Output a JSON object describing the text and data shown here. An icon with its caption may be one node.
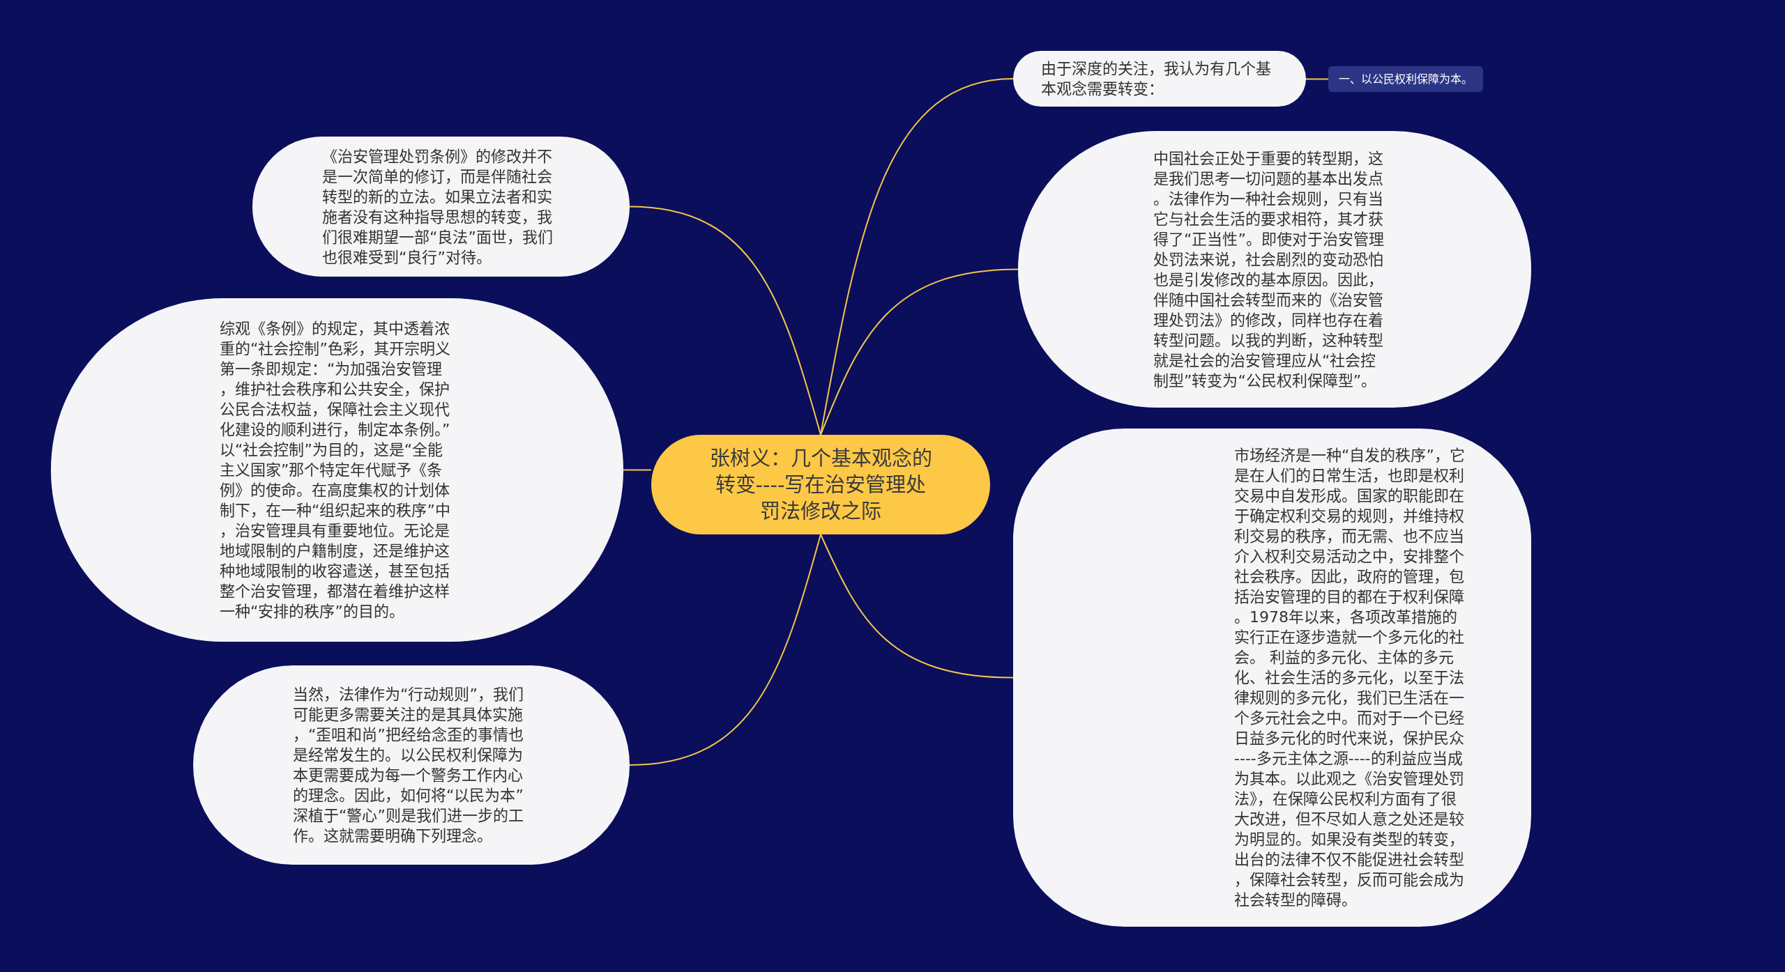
{
  "diagram": {
    "nodes": [
      {
        "text": [
          "张树义：几个基本观念的转变----写在治安管理处罚法修改之际"
        ]
      },
      {
        "text": [
          "由于深度的关注，我认为有几个基本观念需要转变："
        ]
      },
      {
        "text": [
          "一、以公民权利保障为本。"
        ]
      },
      {
        "text": [
          "中国社会正处于重要的转型期，这是我们思考一切问题的基本出发点。法律作为一种社会规则，只有当它与社会生活的要求相符，其才获得了“正当性”。即使对于治安管理处罚法来说，社会剧烈的变动恐怕也是引发修改的基本原因。因此，伴随中国社会转型而来的《治安管理处罚法》的修改，同样也存在着转型问题。以我的判断，这种转型就是社会的治安管理应从“社会控制型”转变为“公民权利保障型”。"
        ]
      },
      {
        "text": [
          "市场经济是一种“自发的秩序”，它是在人们的日常生活，也即是权利交易中自发形成。国家的职能即在于确定权利交易的规则，并维持权利交易的秩序，而无需、也不应当介入权利交易活动之中，安排整个社会秩序。因此，政府的管理，包括治安管理的目的都在于权利保障。1978年以来，各项改革措施的实行正在逐步造就一个多元化的社会。 利益的多元化、主体的多元化、社会生活的多元化，以至于法律规则的多元化，我们已生活在一个多元社会之中。而对于一个已经日益多元化的时代来说，保护民众----多元主体之源----的利益应当成为其本。以此观之《治安管理处罚法》，在保障公民权利方面有了很大改进，但不尽如人意之处还是较为明显的。如果没有类型的转变，出台的法律不仅不能促进社会转型，保障社会转型，反而可能会成为社会转型的障碍。"
        ]
      },
      {
        "text": [
          "《治安管理处罚条例》的修改并不是一次简单的修订，而是伴随社会转型的新的立法。如果立法者和实施者没有这种指导思想的转变，我们很难期望一部“良法”面世，我们也很难受到“良行”对待。"
        ]
      },
      {
        "text": [
          "综观《条例》的规定，其中透着浓重的“社会控制”色彩，其开宗明义第一条即规定：“为加强治安管理，维护社会秩序和公共安全，保护公民合法权益，保障社会主义现代化建设的顺利进行，制定本条例。” 以“社会控制”为目的，这是“全能主义国家”那个特定年代赋予《条例》的使命。在高度集权的计划体制下，在一种“组织起来的秩序”中，治安管理具有重要地位。无论是地域限制的户籍制度，还是维护这种地域限制的收容遣送，甚至包括整个治安管理，都潜在着维护这样一种“安排的秩序”的目的。"
        ]
      },
      {
        "text": [
          "当然，法律作为“行动规则”，我们可能更多需要关注的是其具体实施，“歪咀和尚”把经给念歪的事情也是经常发生的。以公民权利保障为本更需要成为每一个警务工作内心的理念。因此，如何将“以民为本”深植于“警心”则是我们进一步的工作。这就需要明确下列理念。"
        ]
      }
    ],
    "edges": [
      {
        "from": 0,
        "to": 1,
        "arrow": "none"
      },
      {
        "from": 1,
        "to": 2,
        "arrow": "none"
      },
      {
        "from": 0,
        "to": 3,
        "arrow": "none"
      },
      {
        "from": 0,
        "to": 4,
        "arrow": "none"
      },
      {
        "from": 0,
        "to": 5,
        "arrow": "none"
      },
      {
        "from": 0,
        "to": 6,
        "arrow": "none"
      },
      {
        "from": 0,
        "to": 7,
        "arrow": "none"
      }
    ]
  }
}
